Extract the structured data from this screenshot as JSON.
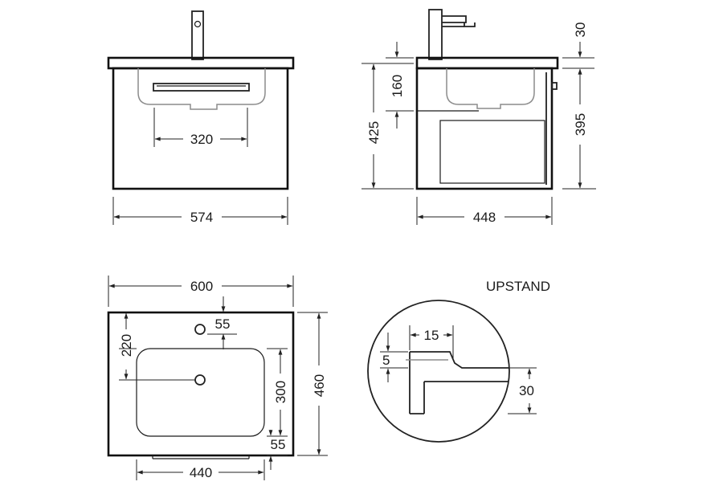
{
  "front_view": {
    "drain_width": "320",
    "overall_width": "574"
  },
  "side_view": {
    "top_thickness": "30",
    "basin_depth": "160",
    "overall_height": "425",
    "cabinet_height": "395",
    "depth": "448"
  },
  "plan_view": {
    "width": "600",
    "tap_offset": "55",
    "bowl_offset": "220",
    "bowl_depth": "300",
    "overall_depth": "460",
    "front_offset": "55",
    "bowl_width": "440"
  },
  "upstand_detail": {
    "title": "UPSTAND",
    "lip_width": "15",
    "lip_height": "5",
    "upstand_height": "30"
  }
}
